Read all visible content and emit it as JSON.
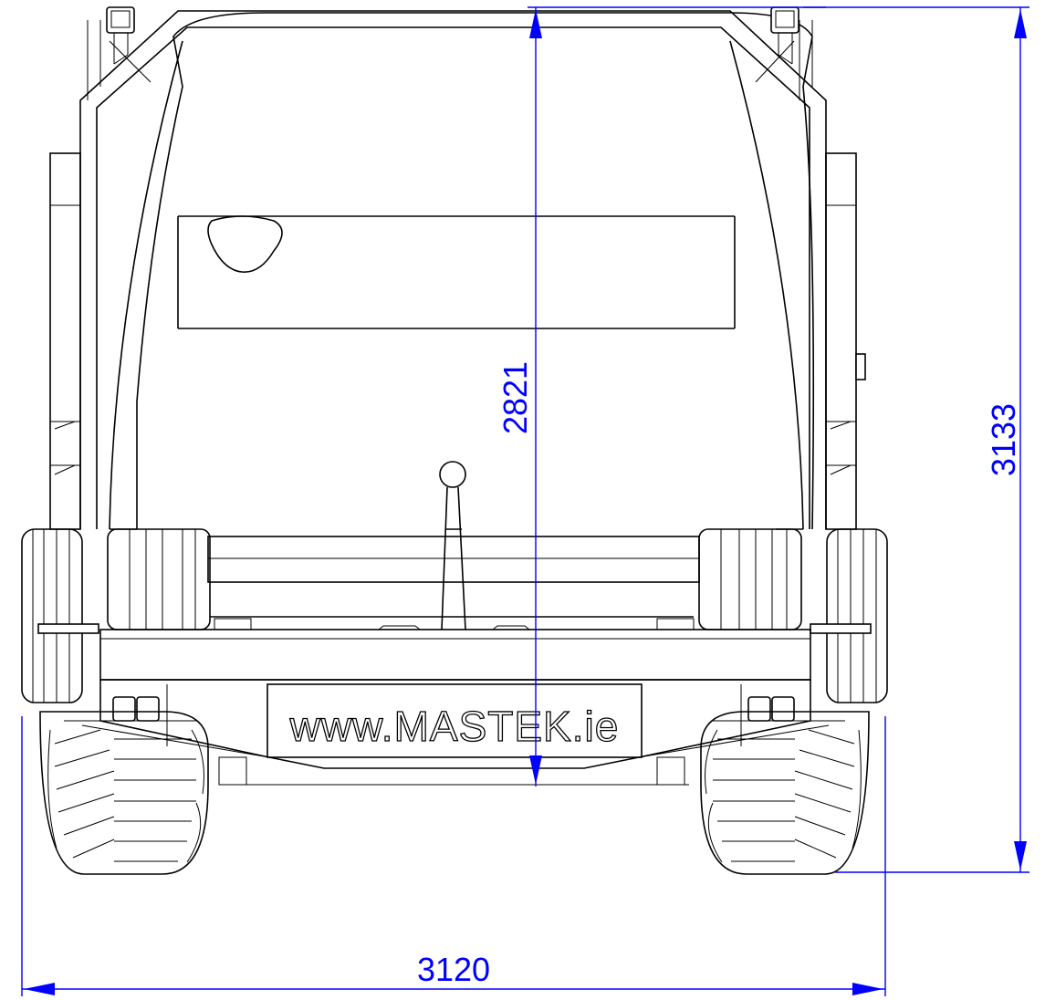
{
  "drawing": {
    "logo_text": "www.MASTEK.ie",
    "dimensions": {
      "inner_height": "2821",
      "overall_height": "3133",
      "overall_width": "3120"
    },
    "colors": {
      "line": "#000000",
      "dimension": "#0000ff",
      "background": "#ffffff"
    }
  }
}
